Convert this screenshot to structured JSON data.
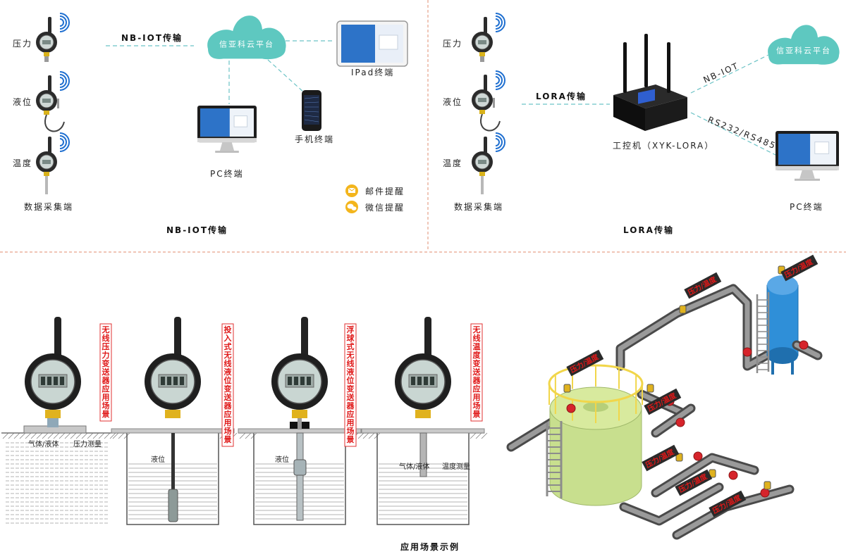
{
  "colors": {
    "cloud": "#5ec8c0",
    "link": "#6cc3c6",
    "divider": "#e7a28a",
    "sensor_body": "#2b2b2b",
    "wifi": "#1f6fd0",
    "tank": "#c8df8e",
    "rail": "#f1d64a",
    "pipe": "#6e6e6e",
    "valve": "#d6242b",
    "tag_bg": "#2a2a2a",
    "tag_text": "#e01818",
    "vessel": "#2f8fd8"
  },
  "left_panel": {
    "sensor_labels": [
      "压力",
      "液位",
      "温度"
    ],
    "collector_label": "数据采集端",
    "link_label": "NB-IOT传输",
    "cloud_label": "信亚科云平台",
    "ipad_label": "IPad终端",
    "phone_label": "手机终端",
    "pc_label": "PC终端",
    "reminders": [
      {
        "icon": "mail-icon",
        "label": "邮件提醒"
      },
      {
        "icon": "wechat-icon",
        "label": "微信提醒"
      }
    ],
    "title": "NB-IOT传输"
  },
  "right_panel": {
    "sensor_labels": [
      "压力",
      "液位",
      "温度"
    ],
    "collector_label": "数据采集端",
    "link_label": "LORA传输",
    "gateway_label": "工控机（XYK-LORA）",
    "nbiot_label": "NB-IOT",
    "serial_label": "RS232/RS485",
    "cloud_label": "信亚科云平台",
    "pc_label": "PC终端",
    "title": "LORA传输"
  },
  "applications": {
    "title": "应用场景示例",
    "scenes": [
      {
        "label": "无线压力变送器应用场景",
        "kind": "pressure",
        "left_label": "气体/液体",
        "right_label": "压力测量"
      },
      {
        "label": "投入式无线液位变送器应用场景",
        "kind": "submersible",
        "left_label": "液位",
        "right_label": ""
      },
      {
        "label": "浮球式无线液位变送器应用场景",
        "kind": "float",
        "left_label": "液位",
        "right_label": ""
      },
      {
        "label": "无线温度变送器应用场景",
        "kind": "temperature",
        "left_label": "气体/液体",
        "right_label": "温度测量"
      }
    ],
    "plant_tags": [
      "压力/温度",
      "压力/温度",
      "压力/温度",
      "压力/温度",
      "压力/温度",
      "压力/温度",
      "压力/温度"
    ]
  }
}
